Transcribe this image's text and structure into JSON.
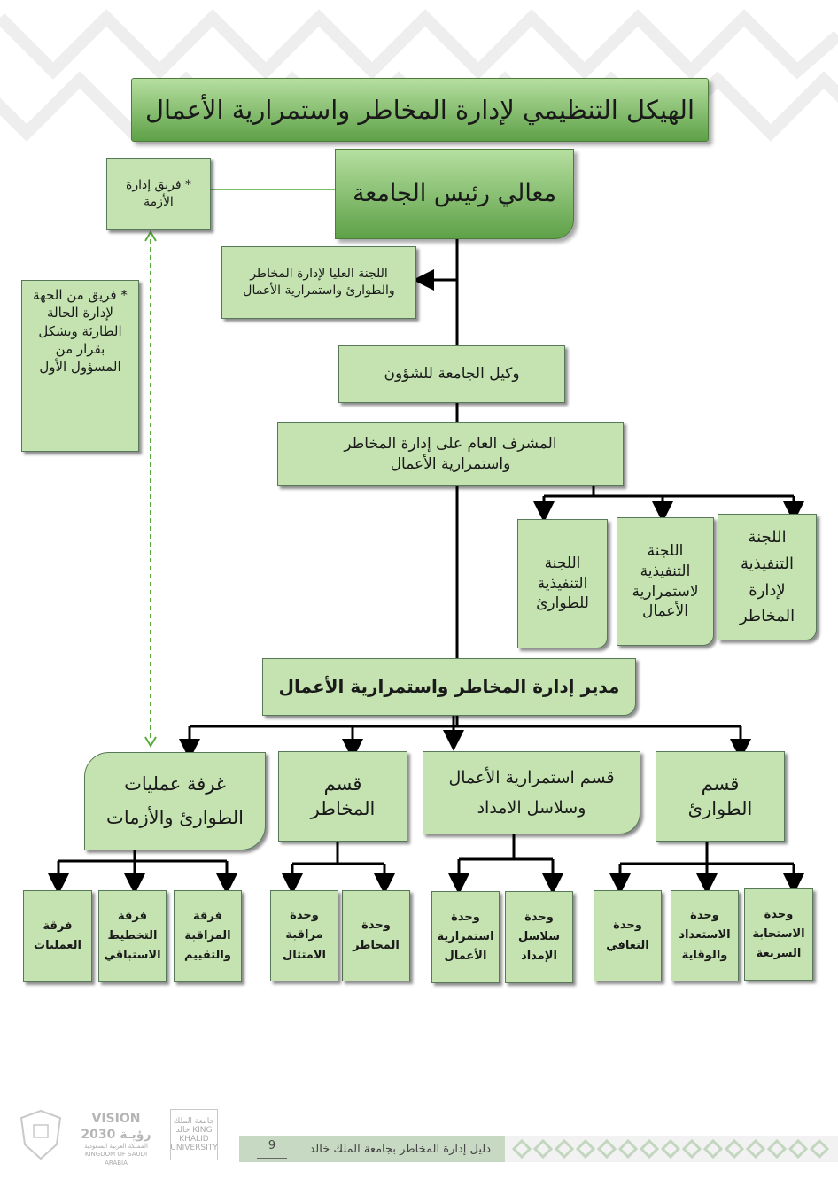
{
  "title": "الهيكل التنظيمي لإدارة المخاطر واستمرارية الأعمال",
  "president": "معالي رئيس الجامعة",
  "crisis_team": "* فريق إدارة الأزمة",
  "side_team": "* فريق من الجهة لإدارة الحالة الطارئة ويشكل بقرار من المسؤول الأول",
  "higher_committee": "اللجنة العليا لإدارة المخاطر والطوارئ واستمرارية الأعمال",
  "vice_president": "وكيل الجامعة للشؤون",
  "general_supervisor": "المشرف العام على إدارة المخاطر واستمرارية الأعمال",
  "committees": [
    "اللجنة التنفيذية لإدارة المخاطر",
    "اللجنة التنفيذية لاستمرارية الأعمال",
    "اللجنة التنفيذية للطوارئ"
  ],
  "director": "مدير إدارة المخاطر واستمرارية الأعمال",
  "departments": [
    "قسم الطوارئ",
    "قسم استمرارية الأعمال وسلاسل الامداد",
    "قسم المخاطر",
    "غرفة عمليات الطوارئ والأزمات"
  ],
  "units": [
    "وحدة الاستجابة السريعة",
    "وحدة الاستعداد والوقاية",
    "وحدة التعافي",
    "وحدة سلاسل الإمداد",
    "وحدة استمرارية الأعمال",
    "وحدة المخاطر",
    "وحدة مراقبة الامتثال",
    "فرقة المراقبة والتقييم",
    "فرقة التخطيط الاستباقي",
    "فرقة العمليات"
  ],
  "footer": {
    "guide_text": "دليل إدارة المخاطر بجامعة الملك خالد",
    "page_number": "9",
    "vision_text": "VISION رؤيـة 2030",
    "kingdom_text": "المملكة العربية السعودية KINGDOM OF SAUDI ARABIA",
    "university_text": "جامعة الملك خالد KING KHALID UNIVERSITY"
  },
  "colors": {
    "box_fill": "#c4e3b0",
    "box_border": "#58785a",
    "header_gradient_top": "#b6dfa0",
    "header_gradient_bottom": "#5ea148",
    "dashed_link": "#5aab3c"
  }
}
